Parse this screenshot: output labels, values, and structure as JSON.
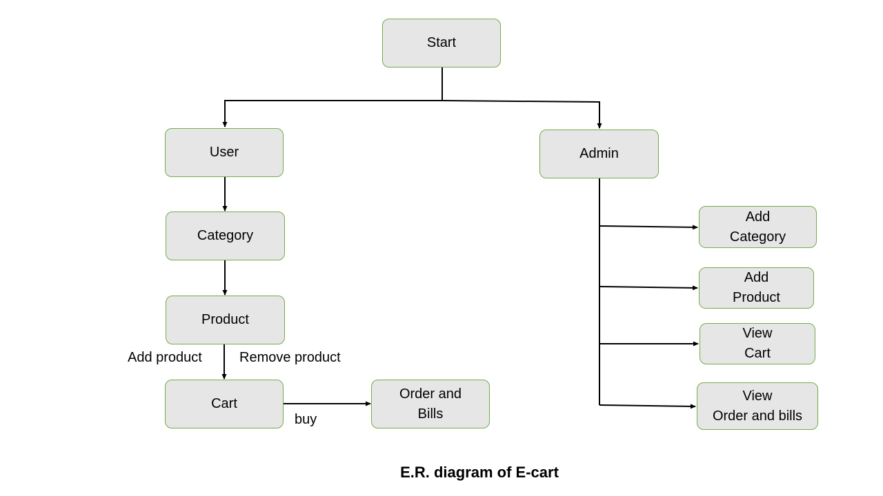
{
  "diagram": {
    "caption": "E.R. diagram of E-cart",
    "nodes": {
      "start": "Start",
      "user": "User",
      "admin": "Admin",
      "category": "Category",
      "product": "Product",
      "cart": "Cart",
      "order_bills": "Order and\nBills",
      "add_category": "Add\nCategory",
      "add_product": "Add\nProduct",
      "view_cart": "View\nCart",
      "view_order_bills": "View\nOrder and bills"
    },
    "edge_labels": {
      "add_product": "Add product",
      "remove_product": "Remove product",
      "buy": "buy"
    },
    "colors": {
      "node_fill": "#e7e6e6",
      "node_border": "#70ad47",
      "connector": "#000000"
    }
  }
}
